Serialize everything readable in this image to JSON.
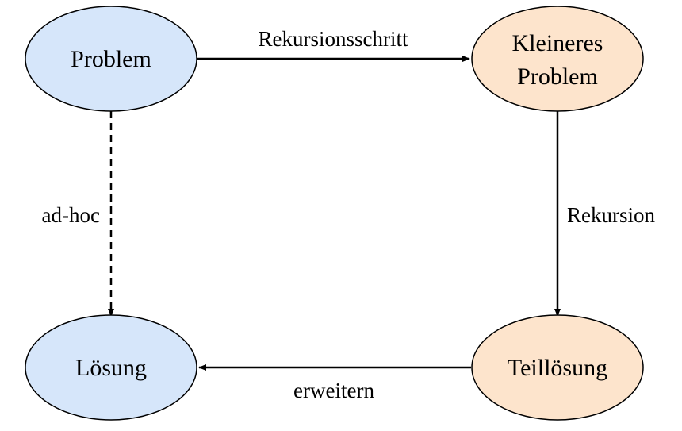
{
  "nodes": {
    "problem": {
      "label": "Problem",
      "fill": "#d6e6fa"
    },
    "kleineres": {
      "line1": "Kleineres",
      "line2": "Problem",
      "fill": "#fde4cc"
    },
    "loesung": {
      "label": "Lösung",
      "fill": "#d6e6fa"
    },
    "teilloesung": {
      "label": "Teillösung",
      "fill": "#fde4cc"
    }
  },
  "edges": {
    "rekursionsschritt": {
      "label": "Rekursionsschritt"
    },
    "rekursion": {
      "label": "Rekursion"
    },
    "erweitern": {
      "label": "erweitern"
    },
    "adhoc": {
      "label": "ad-hoc",
      "style": "dashed"
    }
  },
  "colors": {
    "stroke": "#000000",
    "blue_node": "#d6e6fa",
    "orange_node": "#fde4cc"
  }
}
